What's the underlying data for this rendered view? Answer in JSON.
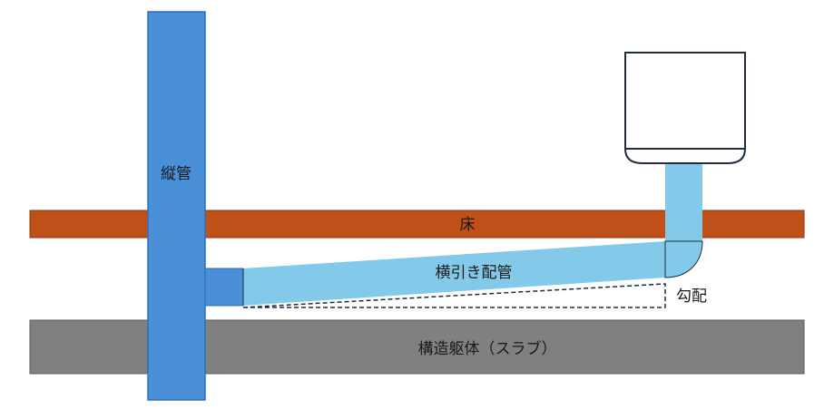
{
  "labels": {
    "vertical_pipe": "縦管",
    "floor": "床",
    "horizontal_pipe": "横引き配管",
    "slope": "勾配",
    "slab": "構造躯体（スラブ）"
  },
  "colors": {
    "vertical_pipe": "#4a90d9",
    "vertical_pipe_stroke": "#2f6db5",
    "horizontal_pipe": "#82c9ea",
    "floor": "#c0501a",
    "floor_stroke": "#8a3a12",
    "slab": "#808080",
    "slab_stroke": "#5a5a5a",
    "fixture_fill": "#ffffff",
    "fixture_stroke": "#1f2d3d"
  }
}
